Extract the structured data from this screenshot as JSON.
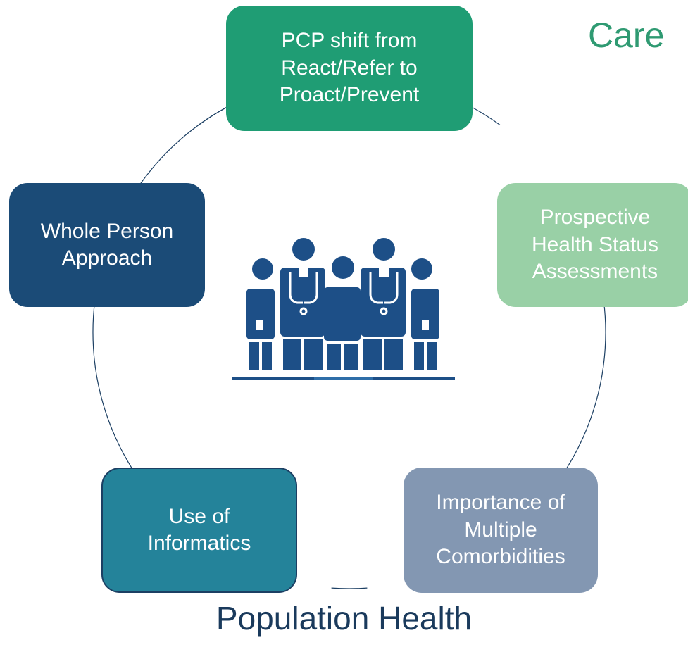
{
  "title": {
    "text": "Care",
    "color": "#2f9a72"
  },
  "footer": {
    "text": "Population Health",
    "color": "#1a3a5c"
  },
  "center_icon": {
    "name": "medical-team-icon",
    "color": "#1d4f87",
    "accent": "#2f6ea8"
  },
  "ring_color": "#1c3f63",
  "nodes": [
    {
      "id": "top",
      "lines": [
        "PCP shift from",
        "React/Refer to",
        "Proact/Prevent"
      ],
      "color": "#1f9d74"
    },
    {
      "id": "right",
      "lines": [
        "Prospective",
        "Health Status",
        "Assessments"
      ],
      "color": "#99d0a6"
    },
    {
      "id": "bottom-right",
      "lines": [
        "Importance of",
        "Multiple",
        "Comorbidities"
      ],
      "color": "#8397b2"
    },
    {
      "id": "bottom-left",
      "lines": [
        "Use of",
        "Informatics"
      ],
      "color": "#24839a"
    },
    {
      "id": "left",
      "lines": [
        "Whole Person",
        "Approach"
      ],
      "color": "#1b4b77"
    }
  ]
}
